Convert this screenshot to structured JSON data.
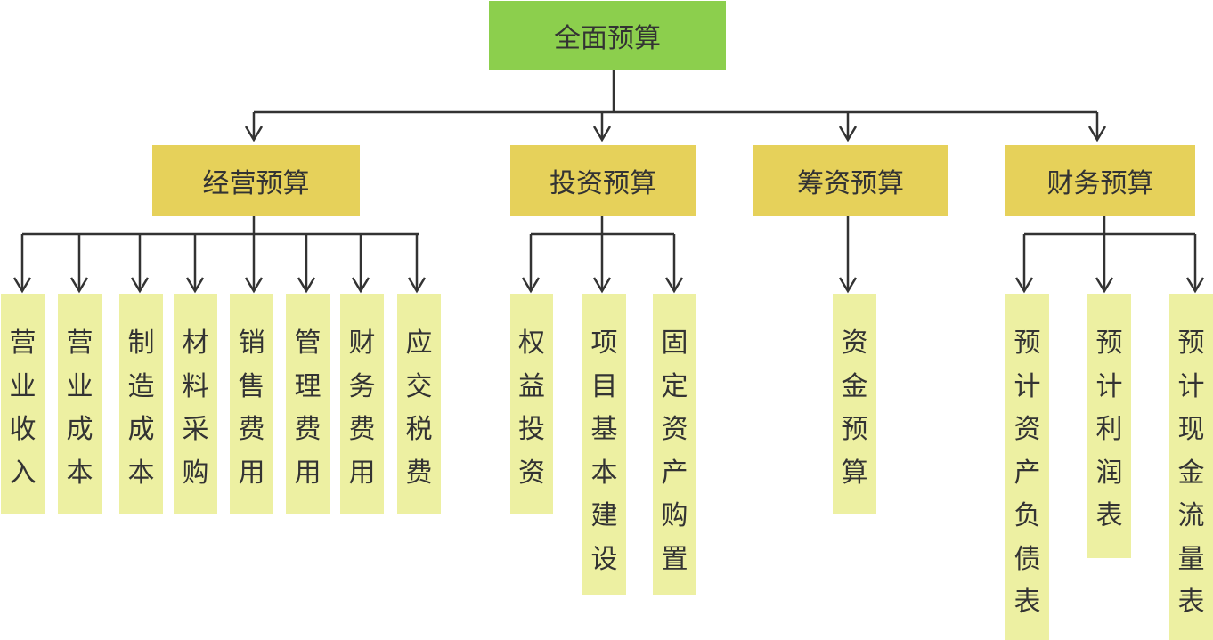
{
  "root": {
    "label": "全面预算"
  },
  "categories": [
    {
      "label": "经营预算",
      "children": [
        "营业收入",
        "营业成本",
        "制造成本",
        "材料采购",
        "销售费用",
        "管理费用",
        "财务费用",
        "应交税费"
      ]
    },
    {
      "label": "投资预算",
      "children": [
        "权益投资",
        "项目基本建设",
        "固定资产购置"
      ]
    },
    {
      "label": "筹资预算",
      "children": [
        "资金预算"
      ]
    },
    {
      "label": "财务预算",
      "children": [
        "预计资产负债表",
        "预计利润表",
        "预计现金流量表"
      ]
    }
  ],
  "colors": {
    "root": "#8ccf4d",
    "category": "#e6d15a",
    "leaf": "#edf0a2",
    "line": "#333333"
  }
}
